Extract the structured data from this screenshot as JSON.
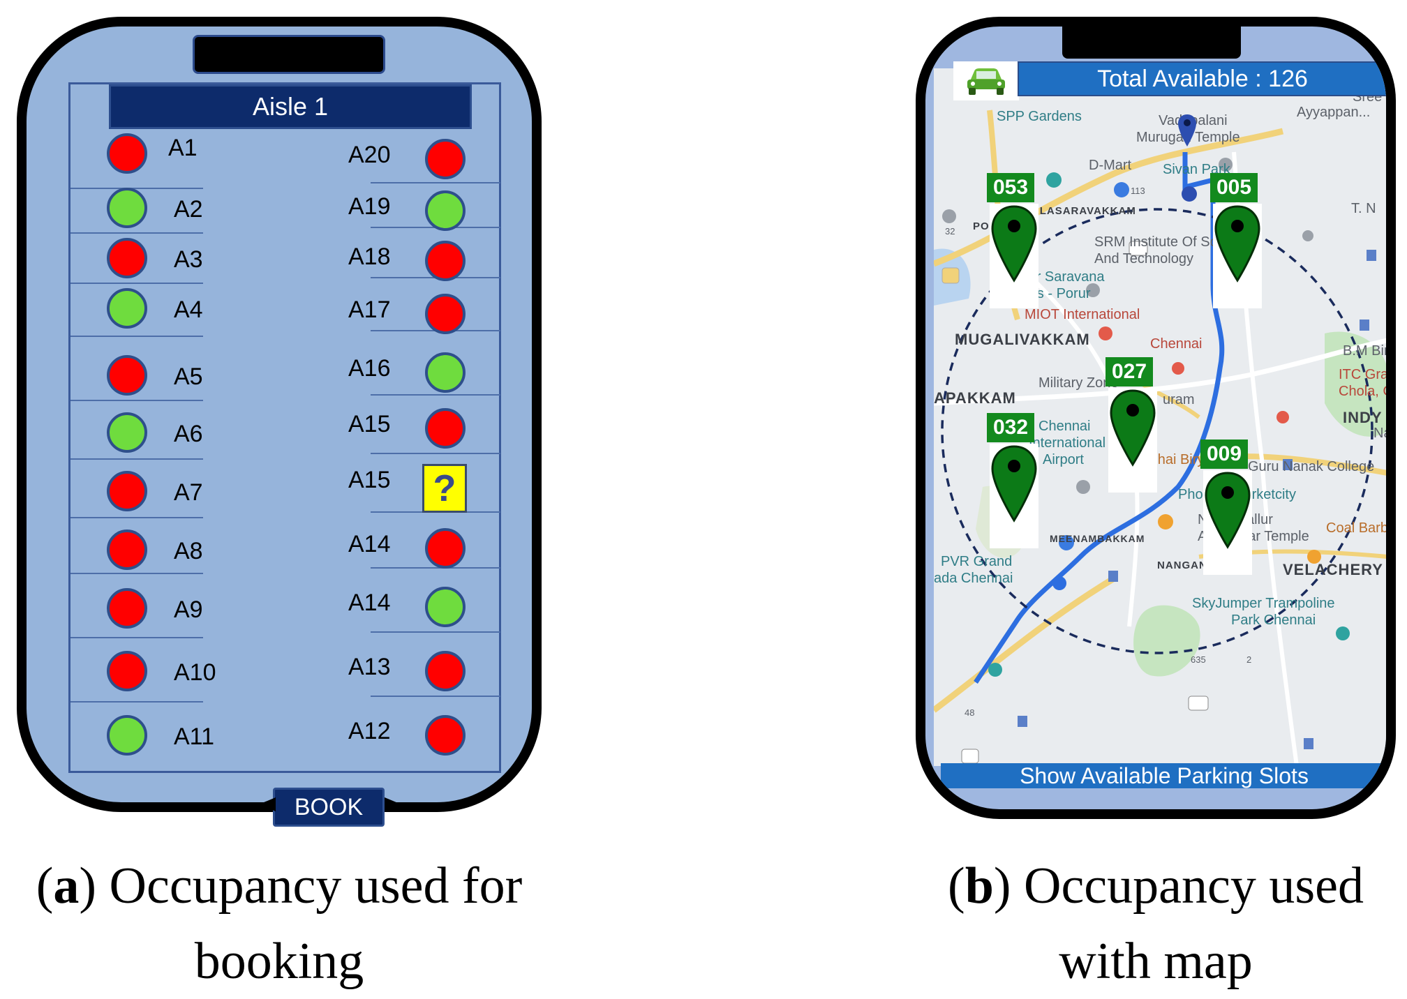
{
  "booking_screen": {
    "aisle_title": "Aisle 1",
    "book_label": "BOOK",
    "left_slots": [
      {
        "label": "A1",
        "status": "occupied"
      },
      {
        "label": "A2",
        "status": "free"
      },
      {
        "label": "A3",
        "status": "occupied"
      },
      {
        "label": "A4",
        "status": "free"
      },
      {
        "label": "A5",
        "status": "occupied"
      },
      {
        "label": "A6",
        "status": "free"
      },
      {
        "label": "A7",
        "status": "occupied"
      },
      {
        "label": "A8",
        "status": "occupied"
      },
      {
        "label": "A9",
        "status": "occupied"
      },
      {
        "label": "A10",
        "status": "occupied"
      },
      {
        "label": "A11",
        "status": "free"
      }
    ],
    "right_slots": [
      {
        "label": "A20",
        "status": "occupied"
      },
      {
        "label": "A19",
        "status": "free"
      },
      {
        "label": "A18",
        "status": "occupied"
      },
      {
        "label": "A17",
        "status": "occupied"
      },
      {
        "label": "A16",
        "status": "free"
      },
      {
        "label": "A15",
        "status": "occupied"
      },
      {
        "label": "A15",
        "status": "unknown"
      },
      {
        "label": "A14",
        "status": "occupied"
      },
      {
        "label": "A14",
        "status": "free"
      },
      {
        "label": "A13",
        "status": "occupied"
      },
      {
        "label": "A12",
        "status": "occupied"
      }
    ],
    "unknown_glyph": "?",
    "colors": {
      "occupied": "#ff0000",
      "free": "#6fdc3e",
      "unknown": "#ffff00",
      "header": "#0d2b6b"
    }
  },
  "map_screen": {
    "total_available": "Total Available : 126",
    "show_slots_label": "Show Available Parking Slots",
    "car_icon": "car-icon",
    "lots": [
      {
        "id": "053"
      },
      {
        "id": "005"
      },
      {
        "id": "027"
      },
      {
        "id": "032"
      },
      {
        "id": "009"
      }
    ],
    "places": {
      "spp_gardens": "SPP Gardens",
      "vadapalani": "Vadapalani",
      "murugan_temple": "Murugan Temple",
      "ayyappan": "Ayyappan...",
      "sree": "Sree",
      "d_mart": "D-Mart",
      "sivan_park": "Sivan Park",
      "valasaravakkam": "VALASARAVAKKAM",
      "porur": "POR",
      "srm": "SRM Institute Of Science",
      "srm2": "And Technology",
      "super_saravana": "Super Saravana",
      "super_saravana2": "Stores - Porur",
      "miot": "MIOT International",
      "mugalivakkam": "MUGALIVAKKAM",
      "chennai": "Chennai",
      "bm_birla": "B.M Bir",
      "military_zone": "Military Zone",
      "ramapuram": "uram",
      "itc": "ITC Grand",
      "itc2": "Chola, Ch",
      "guindy": "INDY",
      "apakkam": "APAKKAM",
      "airport": "Chennai",
      "airport2": "International",
      "airport3": "Airport",
      "sukkubhai": "Sukkubhai Biryani",
      "guru_nanak": "Guru Nanak College",
      "phoenix": "Phoenix Marketcity",
      "nanganallur_temple": "Nanganallur",
      "nanganallur_temple2": "Anjaneyar Temple",
      "coal_barbecue": "Coal Barbe",
      "meenambakkam": "MEENAMBAKKAM",
      "pvr_grand": "PVR Grand",
      "pvr_grand2": "ada Chennai",
      "nanganallur": "NANGANALLUR",
      "velachery": "VELACHERY",
      "skyjumper": "SkyJumper Trampoline",
      "skyjumper2": "Park Chennai",
      "tn": "T. N",
      "na": "Na",
      "road_113": "113",
      "road_32": "32",
      "road_48": "48",
      "road_635": "635",
      "road_2": "2"
    }
  },
  "captions": {
    "a_letter": "a",
    "a_text": " Occupancy used for",
    "a_line2": "booking",
    "b_letter": "b",
    "b_text": " Occupancy used",
    "b_line2": "with map"
  }
}
